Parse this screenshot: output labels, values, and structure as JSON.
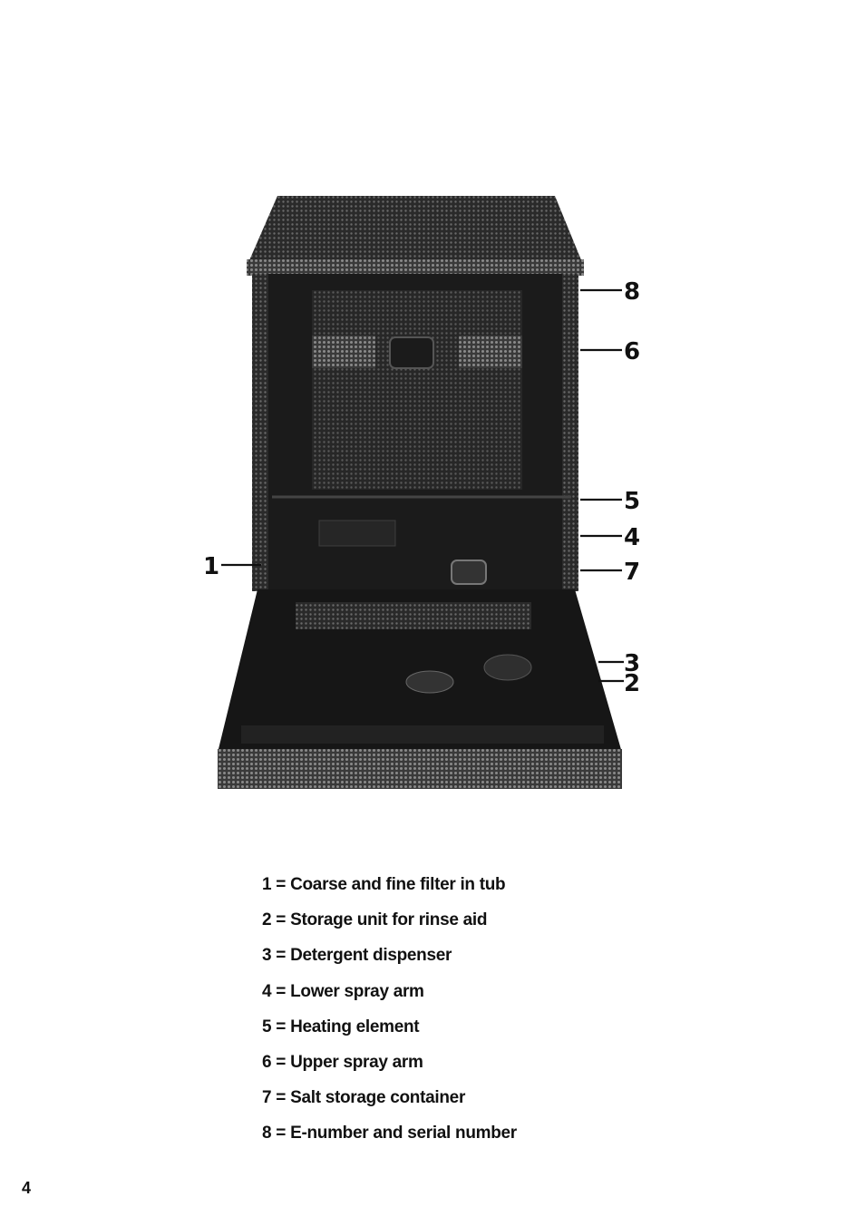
{
  "figure": {
    "callouts": [
      {
        "number": "1",
        "side": "left"
      },
      {
        "number": "8",
        "side": "right"
      },
      {
        "number": "6",
        "side": "right"
      },
      {
        "number": "5",
        "side": "right"
      },
      {
        "number": "4",
        "side": "right"
      },
      {
        "number": "7",
        "side": "right"
      },
      {
        "number": "3",
        "side": "right"
      },
      {
        "number": "2",
        "side": "right"
      }
    ]
  },
  "legend": {
    "separator": "=",
    "items": [
      {
        "number": "1",
        "label": "Coarse and fine filter in tub"
      },
      {
        "number": "2",
        "label": "Storage unit for rinse aid"
      },
      {
        "number": "3",
        "label": "Detergent dispenser"
      },
      {
        "number": "4",
        "label": "Lower spray arm"
      },
      {
        "number": "5",
        "label": "Heating element"
      },
      {
        "number": "6",
        "label": "Upper spray arm"
      },
      {
        "number": "7",
        "label": "Salt storage container"
      },
      {
        "number": "8",
        "label": "E-number and serial number"
      }
    ]
  },
  "page_number": "4",
  "colors": {
    "ink": "#111111",
    "appliance_dark": "#1b1b1b",
    "appliance_mid": "#3a3a3a",
    "paper": "#ffffff"
  }
}
